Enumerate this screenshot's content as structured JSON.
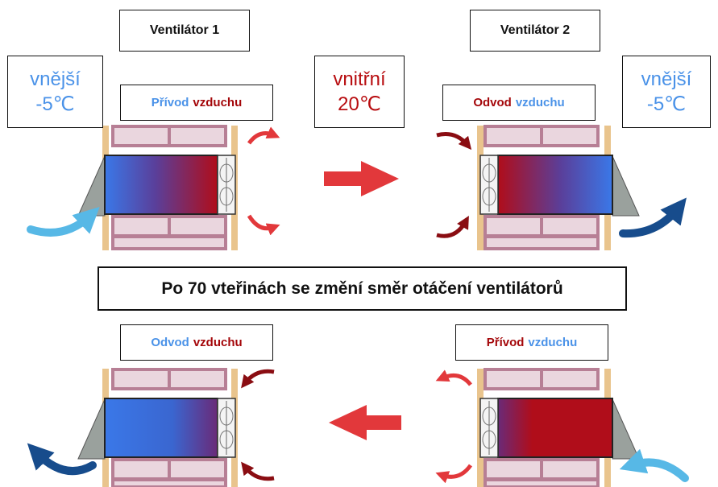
{
  "fans": {
    "fan1_label": "Ventilátor 1",
    "fan2_label": "Ventilátor 2"
  },
  "temperatures": {
    "outside_left_label": "vnější",
    "outside_left_value": "-5℃",
    "inside_label": "vnitřní",
    "inside_value": "20℃",
    "outside_right_label": "vnější",
    "outside_right_value": "-5℃"
  },
  "modes": {
    "top_left": {
      "word1": "Přívod",
      "word2": "vzduchu"
    },
    "top_right": {
      "word1": "Odvod",
      "word2": "vzduchu"
    },
    "bottom_left": {
      "word1": "Odvod",
      "word2": "vzduchu"
    },
    "bottom_right": {
      "word1": "Přívod",
      "word2": "vzduchu"
    }
  },
  "banner": "Po 70 vteřinách se změní směr otáčení ventilátorů",
  "colors": {
    "cold_blue": "#4a92e8",
    "warm_red": "#b80d10",
    "wall_pink": "#b77f95",
    "arrow_light_blue": "#57b8e6",
    "arrow_dark_blue": "#174c8c",
    "arrow_red": "#e2383b",
    "arrow_dark_red": "#8a0d12"
  },
  "icons": {
    "flow_right": "arrow-right-icon",
    "flow_left": "arrow-left-icon",
    "fan": "fan-icon"
  }
}
